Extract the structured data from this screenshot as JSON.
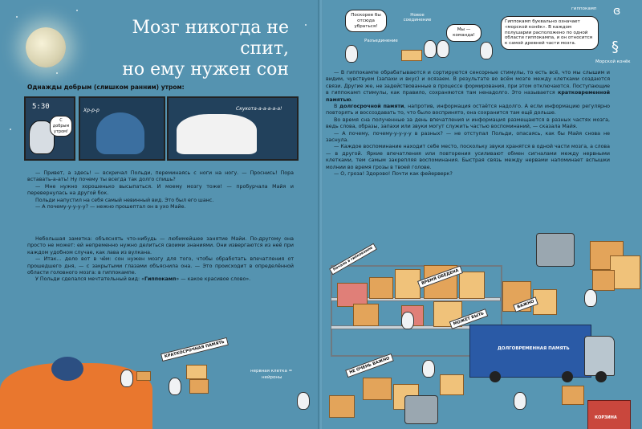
{
  "left_page": {
    "title_line1": "Мозг никогда не спит,",
    "title_line2": "но ему нужен сон",
    "subhead": "Однажды добрым (слишком ранним) утром:",
    "comic": {
      "clock": "5:30",
      "bubble1": "С добрым утром!",
      "sound1": "Хр-р-р",
      "sound2": "Скукота-а-а-а-а-а!"
    },
    "para1": "— Привет, а здесь! — вскричал Польди, переминаясь с ноги на ногу. — Проснись! Пора вставать-а-ать! Ну почему ты всегда так долго спишь?",
    "para2": "— Мне нужно хорошенько высыпаться. И моему мозгу тоже! — пробурчала Майя и перевернулась на другой бок.",
    "para3": "Польди напустил на себя самый невинный вид. Это был его шанс.",
    "para4": "— А почему-у-у-у-у? — нежно прошептал он в ухо Майе.",
    "para5": "Небольшая заметка: объяснять что-нибудь — любимейшее занятие Майи. По-другому она просто не может: ей непременно нужно делиться своими знаниями. Они извергаются из неё при каждом удобном случае, как лава из вулкана.",
    "para6": "— Итак... дело вот в чём: сон нужен мозгу для того, чтобы обработать впечатления от прошедшего дня, — с закрытыми глазами объяснила она. — Это происходит в определённой области головного мозга: в гиппокампе.",
    "para7_a": "У Польди сделался мечтательный вид: «",
    "para7_bold": "Гиппокамп",
    "para7_b": "» — какое красивое слово».",
    "sign_short": "КРАТКОСРОЧНАЯ ПАМЯТЬ",
    "legend_neuron": "нервная клетка =",
    "legend_neurons": "нейроны"
  },
  "right_page": {
    "bubble_a": "Поскорее бы отсюда убраться!",
    "bubble_b": "Мы — команда!",
    "bubble_c": "Гиппокамп буквально означает «морской конёк». В каждом полушарии расположено по одной области гиппокампа, и он относится к самой древней части мозга.",
    "label_new": "Новое соединение",
    "label_gap": "Разъединение",
    "label_hippo": "гиппокамп",
    "label_seahorse": "Морской конёк",
    "para1": "— В гиппокампе обрабатываются и сортируются сенсорные стимулы, то есть всё, что мы слышим и видим, чувствуем (запахи и вкус) и осязаем. В результате во всём мозге между клетками создаются связи. Другие же, не задействованные в процессе формирования, при этом отключаются. Поступающие в гиппокамп стимулы, как правило, сохраняются там ненадолго. Это называется",
    "para1_bold": "кратковременной памятью",
    "para2_a": "В",
    "para2_bold": "долгосрочной памяти",
    "para2_b": ", напротив, информация остаётся надолго. А если информацию регулярно повторять и воссоздавать то, что было воспринято, она сохранится там ещё дольше.",
    "para3": "Во время сна полученные за день впечатления и информация размещаются в разных частях мозга, ведь слова, образы, запахи или звуки могут служить частью воспоминаний, — сказала Майя.",
    "para4": "— А почему, почему-у-у-у-у в разных? — не отступал Польди, опасаясь, как бы Майя снова не заснула.",
    "para5": "— Каждое воспоминание находит себе место, поскольку звуки хранятся в одной части мозга, а слова — в другой. Яркие впечатления или повторения усиливают обмен сигналами между нервными клетками, тем самым закрепляя воспоминания. Быстрая связь между нервами напоминает вспышки молнии во время грозы в твоей голове.",
    "para6": "— О, гроза! Здорово! Почти как фейерверк?",
    "sign_start": "Начало в гиппокампе",
    "sign_fresh": "ВРЕМЯ ОБЕДЕНА",
    "sign_important": "ВАЖНО",
    "sign_maybe": "МОЖЕТ БЫТЬ",
    "sign_once": "НЕ ОЧЕНЬ ВАЖНО",
    "truck_label": "ДОЛГОВРЕМЕННАЯ ПАМЯТЬ",
    "bin_label": "КОРЗИНА"
  },
  "colors": {
    "page_bg": "#5593b0",
    "truck_blue": "#2a5aa6",
    "box_orange": "#e3a45a"
  }
}
